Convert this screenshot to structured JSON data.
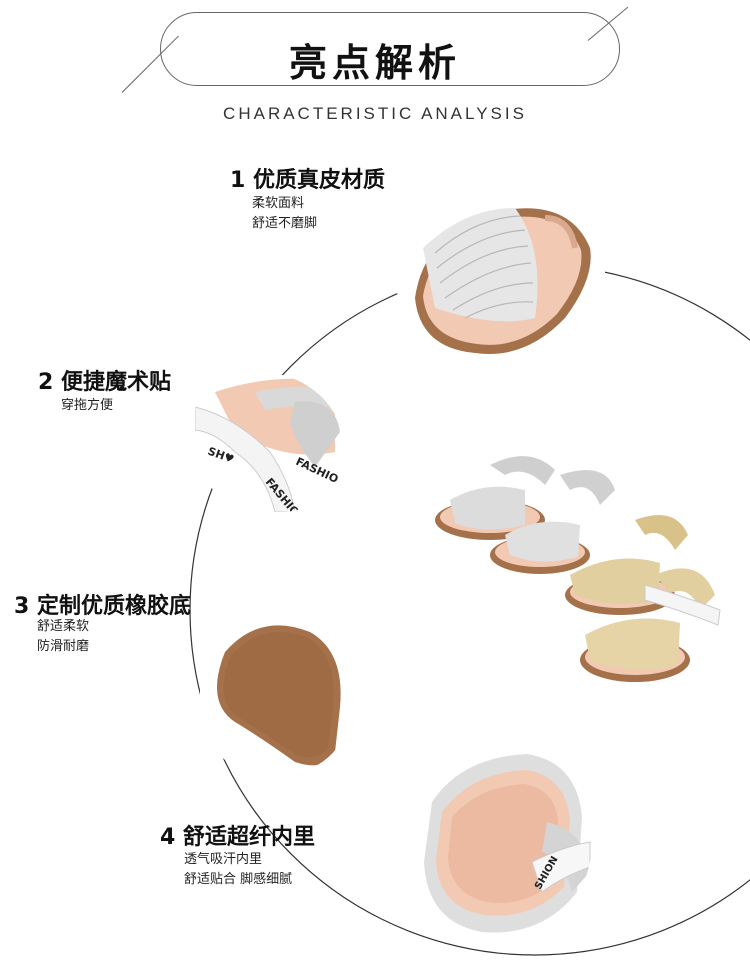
{
  "header": {
    "title": "亮点解析",
    "subtitle": "CHARACTERISTIC ANALYSIS"
  },
  "features": [
    {
      "heading": "1 优质真皮材质",
      "lines": [
        "柔软面料",
        "舒适不磨脚"
      ]
    },
    {
      "heading": "2 便捷魔术贴",
      "lines": [
        "穿拖方便"
      ]
    },
    {
      "heading": "3 定制优质橡胶底",
      "lines": [
        "舒适柔软",
        "防滑耐磨"
      ]
    },
    {
      "heading": "4 舒适超纤内里",
      "lines": [
        "透气吸汗内里",
        "舒适贴合 脚感细腻"
      ]
    }
  ],
  "ribbon_text": "FASHION NEW",
  "colors": {
    "sole_brown": "#a5714a",
    "insole_pink": "#f2c9b3",
    "silver": "#d9d9d9",
    "gold": "#e2cf9f",
    "line": "#333333"
  }
}
